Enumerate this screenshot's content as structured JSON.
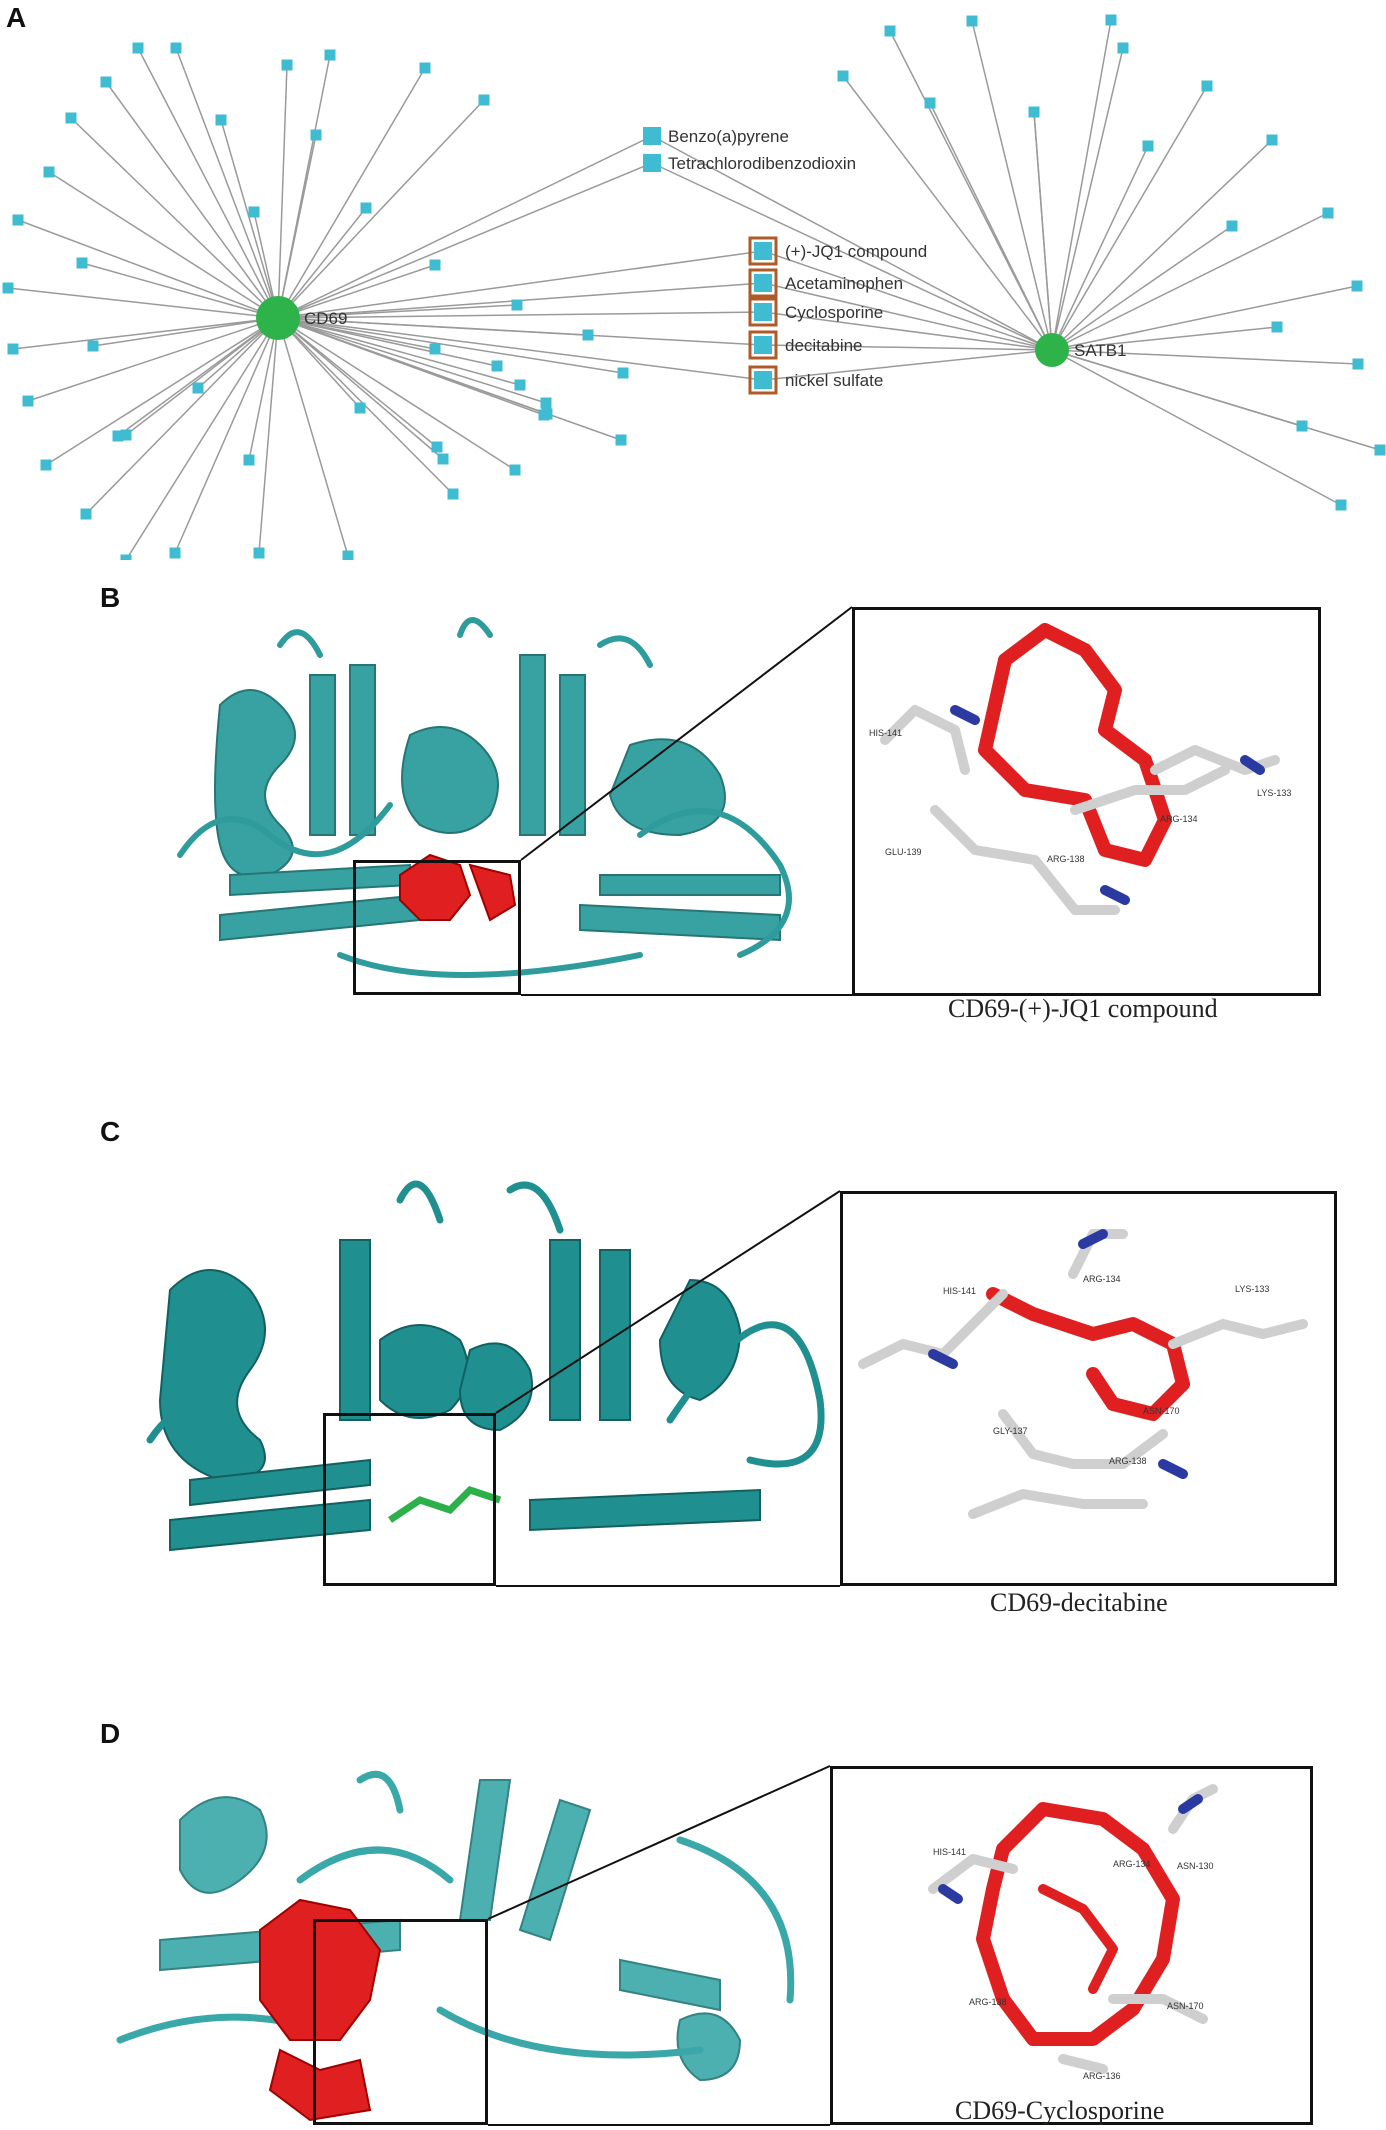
{
  "panels": {
    "a": "A",
    "b": "B",
    "c": "C",
    "d": "D"
  },
  "network": {
    "hubs": [
      {
        "id": "cd69",
        "label": "CD69"
      },
      {
        "id": "satb1",
        "label": "SATB1"
      }
    ],
    "shared_compounds": [
      {
        "label": "Benzo(a)pyrene",
        "highlighted": false
      },
      {
        "label": "Tetrachlorodibenzodioxin",
        "highlighted": false
      },
      {
        "label": "(+)-JQ1 compound",
        "highlighted": true
      },
      {
        "label": "Acetaminophen",
        "highlighted": true
      },
      {
        "label": "Cyclosporine",
        "highlighted": true
      },
      {
        "label": "decitabine",
        "highlighted": true
      },
      {
        "label": "nickel sulfate",
        "highlighted": true
      }
    ],
    "colors": {
      "hub": "#2db34a",
      "node": "#3fbcd1",
      "edge": "#9a9a9a",
      "highlight_border": "#b05a2a"
    }
  },
  "docking": {
    "b": {
      "caption": "CD69-(+)-JQ1 compound",
      "residues": [
        "HIS-141",
        "GLU-139",
        "ARG-138",
        "ARG-134",
        "LYS-133"
      ],
      "ligand_color": "#e02020"
    },
    "c": {
      "caption": "CD69-decitabine",
      "residues": [
        "HIS-141",
        "ARG-134",
        "LYS-133",
        "GLY-137",
        "ASN-170",
        "ARG-138"
      ],
      "ligand_color": "#e02020"
    },
    "d": {
      "caption": "CD69-Cyclosporine",
      "residues": [
        "HIS-141",
        "ARG-134",
        "ASN-130",
        "ARG-138",
        "ASN-170",
        "ARG-136"
      ],
      "ligand_color": "#e02020"
    },
    "protein_color": "#2e9c9c"
  }
}
